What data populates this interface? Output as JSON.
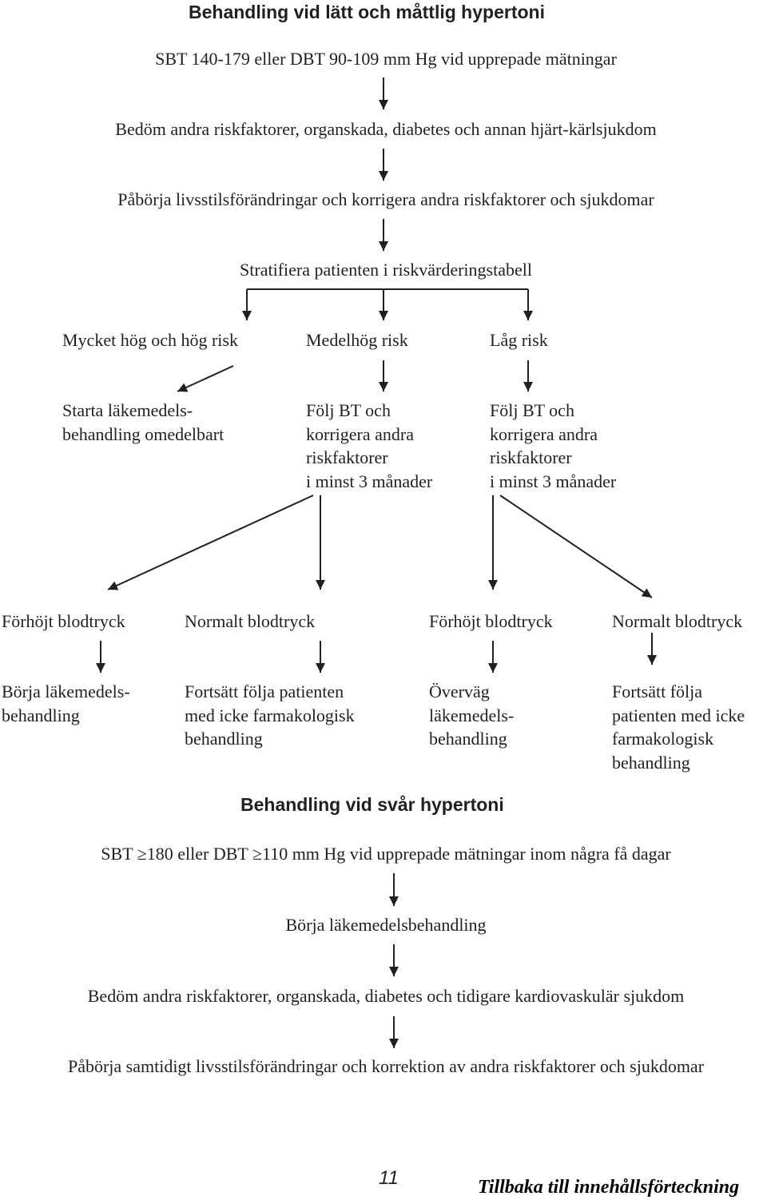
{
  "mild": {
    "heading": "Behandling vid lätt och måttlig hypertoni",
    "step1": "SBT 140-179 eller DBT 90-109 mm Hg vid upprepade mätningar",
    "step2": "Bedöm andra riskfaktorer, organskada, diabetes och annan hjärt-kärlsjukdom",
    "step3": "Påbörja livsstilsförändringar och korrigera andra riskfaktorer och sjukdomar",
    "step4": "Stratifiera patienten i riskvärderingstabell",
    "risk_levels": [
      "Mycket hög och hög risk",
      "Medelhög risk",
      "Låg risk"
    ],
    "high_action": [
      "Starta läkemedels-",
      "behandling omedelbart"
    ],
    "medium_action": [
      "Följ BT och",
      "korrigera andra",
      "riskfaktorer",
      "i minst 3 månader"
    ],
    "low_action": [
      "Följ BT och",
      "korrigera andra",
      "riskfaktorer",
      "i minst 3 månader"
    ],
    "outcomes": [
      "Förhöjt blodtryck",
      "Normalt blodtryck",
      "Förhöjt blodtryck",
      "Normalt blodtryck"
    ],
    "outcome_actions": [
      [
        "Börja läkemedels-",
        "behandling"
      ],
      [
        "Fortsätt följa patienten",
        "med icke farmakologisk",
        "behandling"
      ],
      [
        "Överväg",
        "läkemedels-",
        "behandling"
      ],
      [
        "Fortsätt följa",
        "patienten med icke",
        "farmakologisk",
        "behandling"
      ]
    ]
  },
  "severe": {
    "heading": "Behandling vid svår hypertoni",
    "step1": "SBT ≥180 eller DBT ≥110 mm Hg vid upprepade mätningar inom några få dagar",
    "step2": "Börja läkemedelsbehandling",
    "step3": "Bedöm andra riskfaktorer, organskada, diabetes och tidigare kardiovaskulär sjukdom",
    "step4": "Påbörja samtidigt livsstilsförändringar och korrektion av andra riskfaktorer och sjukdomar"
  },
  "footer": {
    "page_number": "11",
    "toc_link": "Tillbaka till innehållsförteckning"
  }
}
